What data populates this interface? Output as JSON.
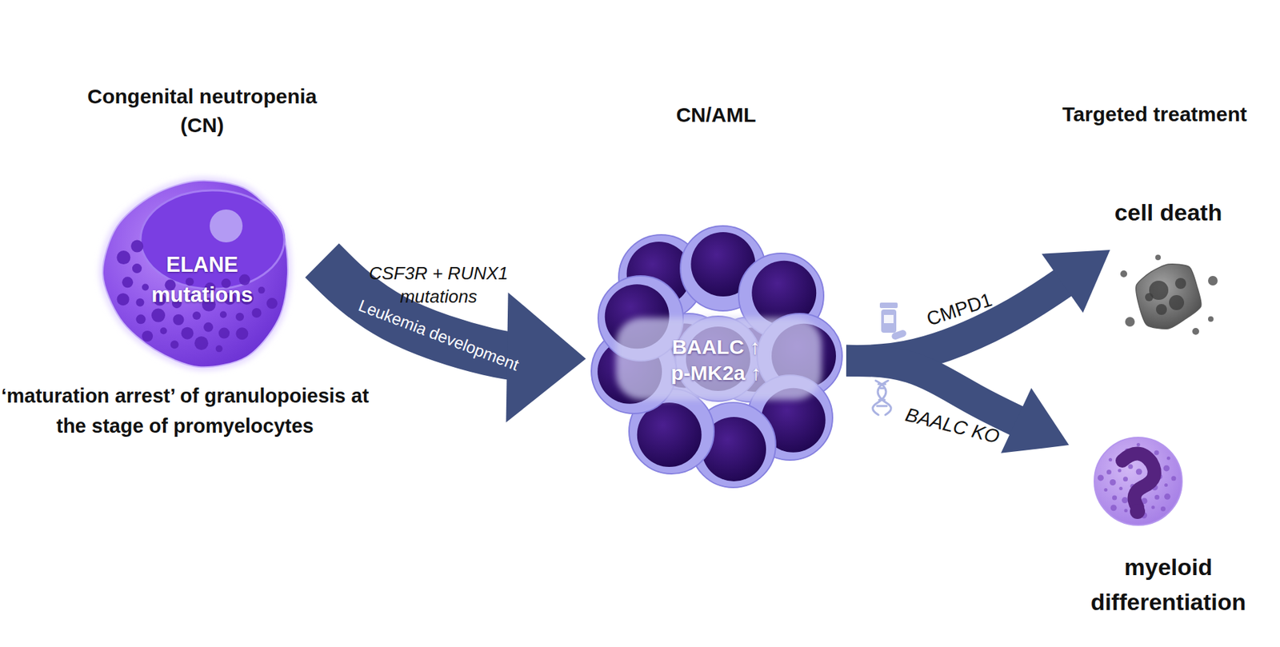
{
  "diagram": {
    "nodes": [
      {
        "text": [
          "Congenital neutropenia (CN)",
          "ELANE mutations",
          "‘maturation arrest’ of granulopoiesis at the stage of promyelocytes"
        ]
      },
      {
        "text": [
          "CN/AML",
          "BAALC ↑ p-MK2a ↑"
        ]
      },
      {
        "text": [
          "cell death"
        ]
      },
      {
        "text": [
          "myeloid differentiation"
        ]
      }
    ],
    "edges": [
      {
        "from": 0,
        "to": 1,
        "arrow": "to",
        "label": "Leukemia development"
      },
      {
        "from": 1,
        "to": 2,
        "arrow": "to",
        "label": "CMPD1"
      },
      {
        "from": 1,
        "to": 3,
        "arrow": "to",
        "label": "BAALC KO"
      }
    ],
    "labels": [
      "CSF3R + RUNX1 mutations",
      "Targeted treatment"
    ]
  }
}
